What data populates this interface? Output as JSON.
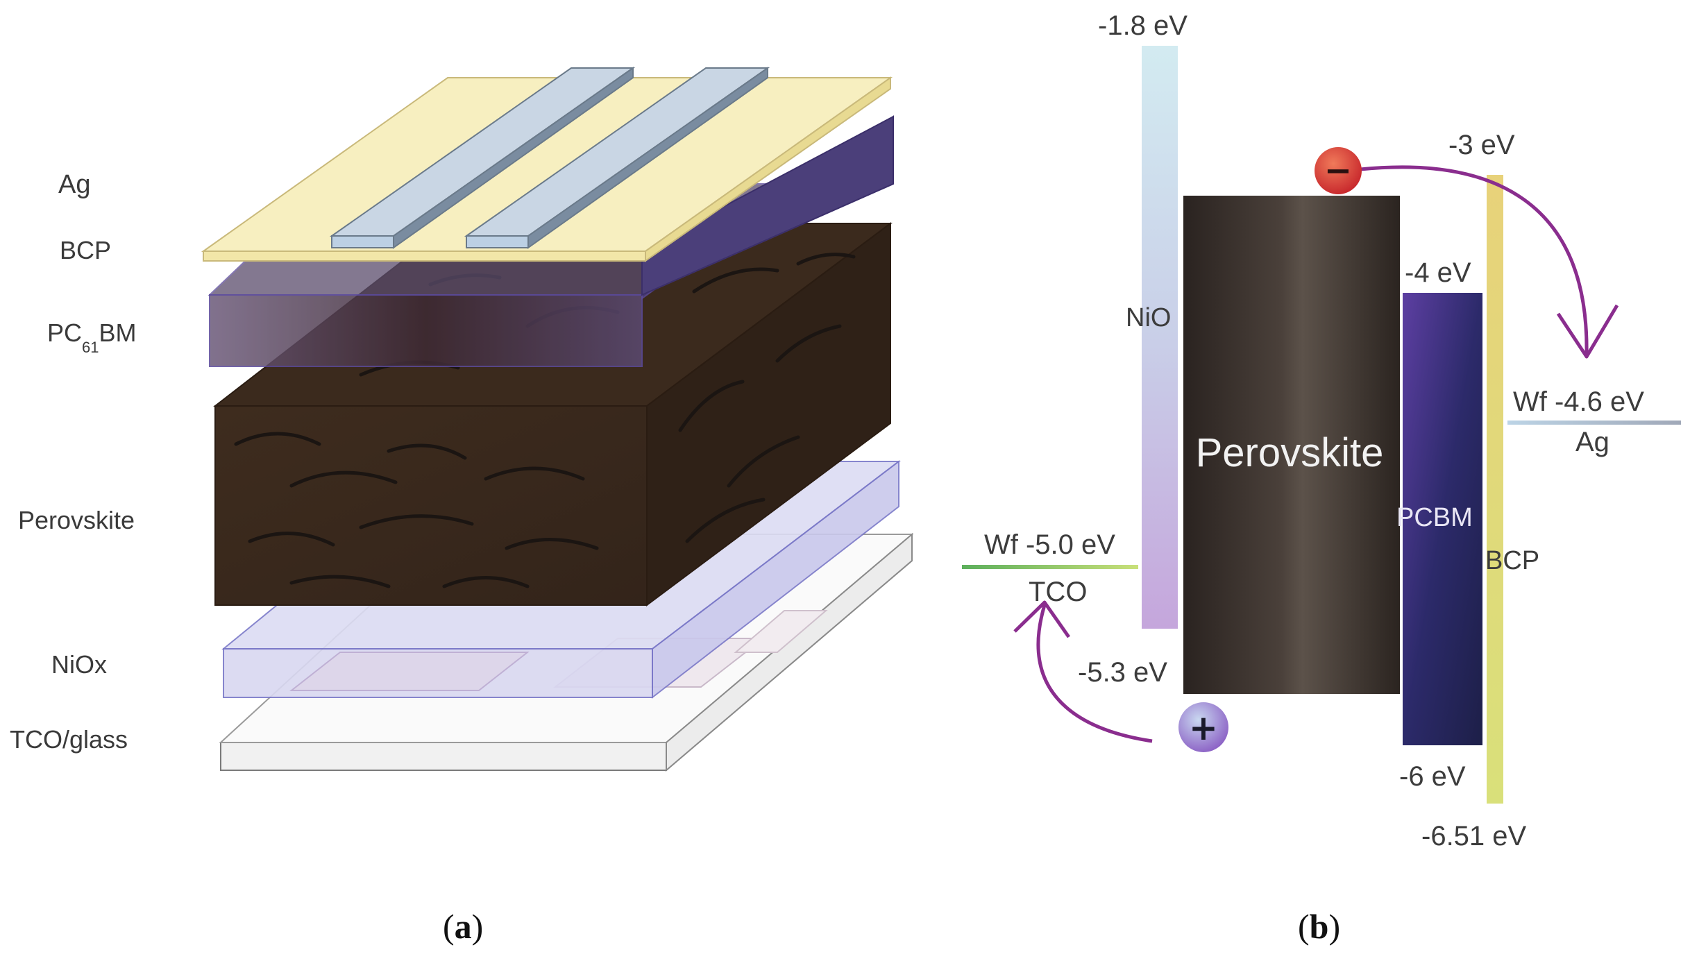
{
  "panel_a": {
    "layers": [
      {
        "label": "Ag"
      },
      {
        "label": "BCP"
      },
      {
        "label_main": "PC",
        "label_sub": "61",
        "label_tail": "BM"
      },
      {
        "label": "Perovskite"
      },
      {
        "label": "NiOx"
      },
      {
        "label": "TCO/glass"
      }
    ],
    "caption": {
      "open": "(",
      "letter": "a",
      "close": ")"
    }
  },
  "panel_b": {
    "nio": {
      "name": "NiO",
      "top": "-1.8 eV",
      "bottom": "-5.3 eV"
    },
    "perovskite": {
      "name": "Perovskite"
    },
    "pcbm": {
      "name": "PCBM",
      "top": "-4 eV",
      "bottom": "-6 eV"
    },
    "bcp": {
      "name": "BCP",
      "top": "-3 eV",
      "bottom": "-6.51 eV"
    },
    "tco": {
      "wf": "Wf -5.0 eV",
      "name": "TCO"
    },
    "ag": {
      "wf": "Wf -4.6 eV",
      "name": "Ag"
    },
    "electron_symbol": "−",
    "hole_symbol": "+",
    "caption": {
      "open": "(",
      "letter": "b",
      "close": ")"
    }
  },
  "colors": {
    "ag_layer": "#f7efc0",
    "bcp_layer": "#4b3f7a",
    "perovskite": "#3b2a1d",
    "nio_layer": "#c9c8ec",
    "pcbm": "#3a2f7a",
    "arrow": "#8a2d8e"
  }
}
